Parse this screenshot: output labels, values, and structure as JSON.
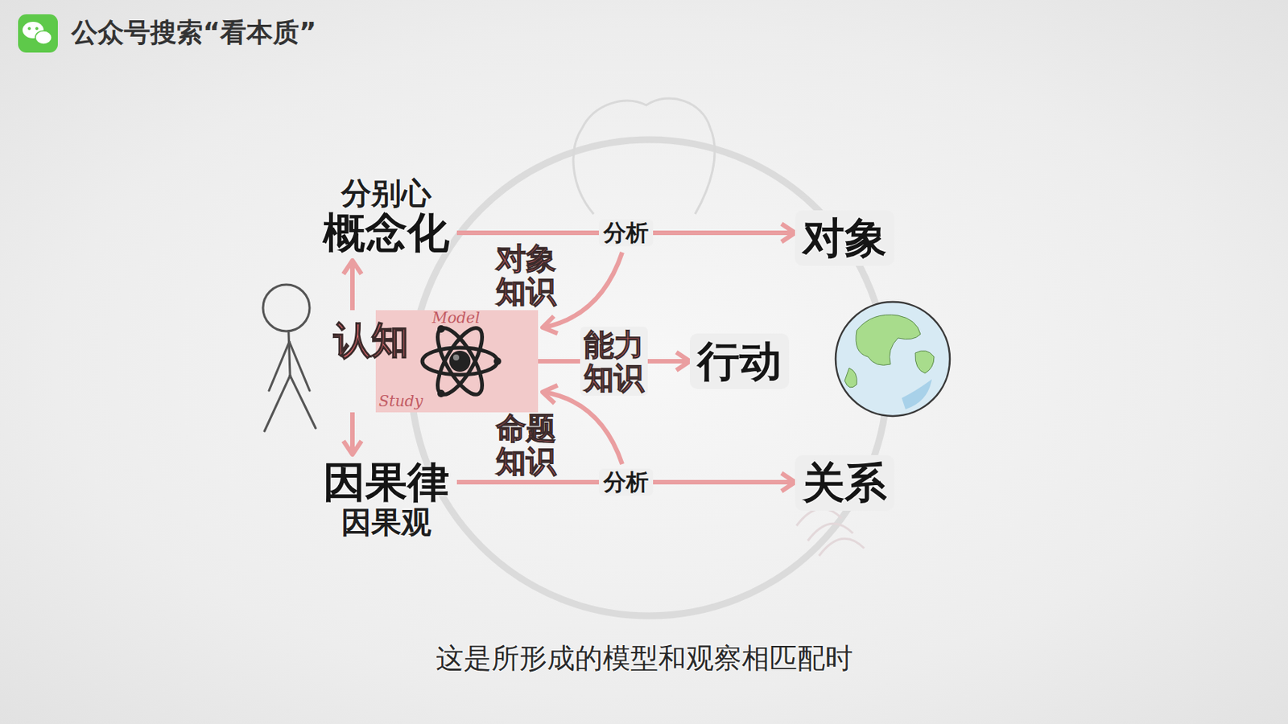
{
  "diagram": {
    "caption": "这是所形成的模型和观察相匹配时",
    "nodes": [
      {
        "text": [
          "分别心",
          "概念化"
        ]
      },
      {
        "text": [
          "对象"
        ]
      },
      {
        "text": [
          "认知"
        ]
      },
      {
        "text": [
          "行动"
        ]
      },
      {
        "text": [
          "因果律",
          "因果观"
        ]
      },
      {
        "text": [
          "关系"
        ]
      }
    ],
    "edges": [
      {
        "from": 2,
        "to": 0,
        "arrow": "to"
      },
      {
        "from": 2,
        "to": 4,
        "arrow": "to"
      },
      {
        "from": 0,
        "to": 1,
        "label": "分析",
        "arrow": "to"
      },
      {
        "from": 2,
        "to": 3,
        "label": "能力知识",
        "arrow": "to"
      },
      {
        "from": 4,
        "to": 5,
        "label": "分析",
        "arrow": "to"
      }
    ],
    "labels": [
      "公众号搜索“看本质”",
      "对象知识",
      "命题知识",
      "Model",
      "Study"
    ]
  }
}
